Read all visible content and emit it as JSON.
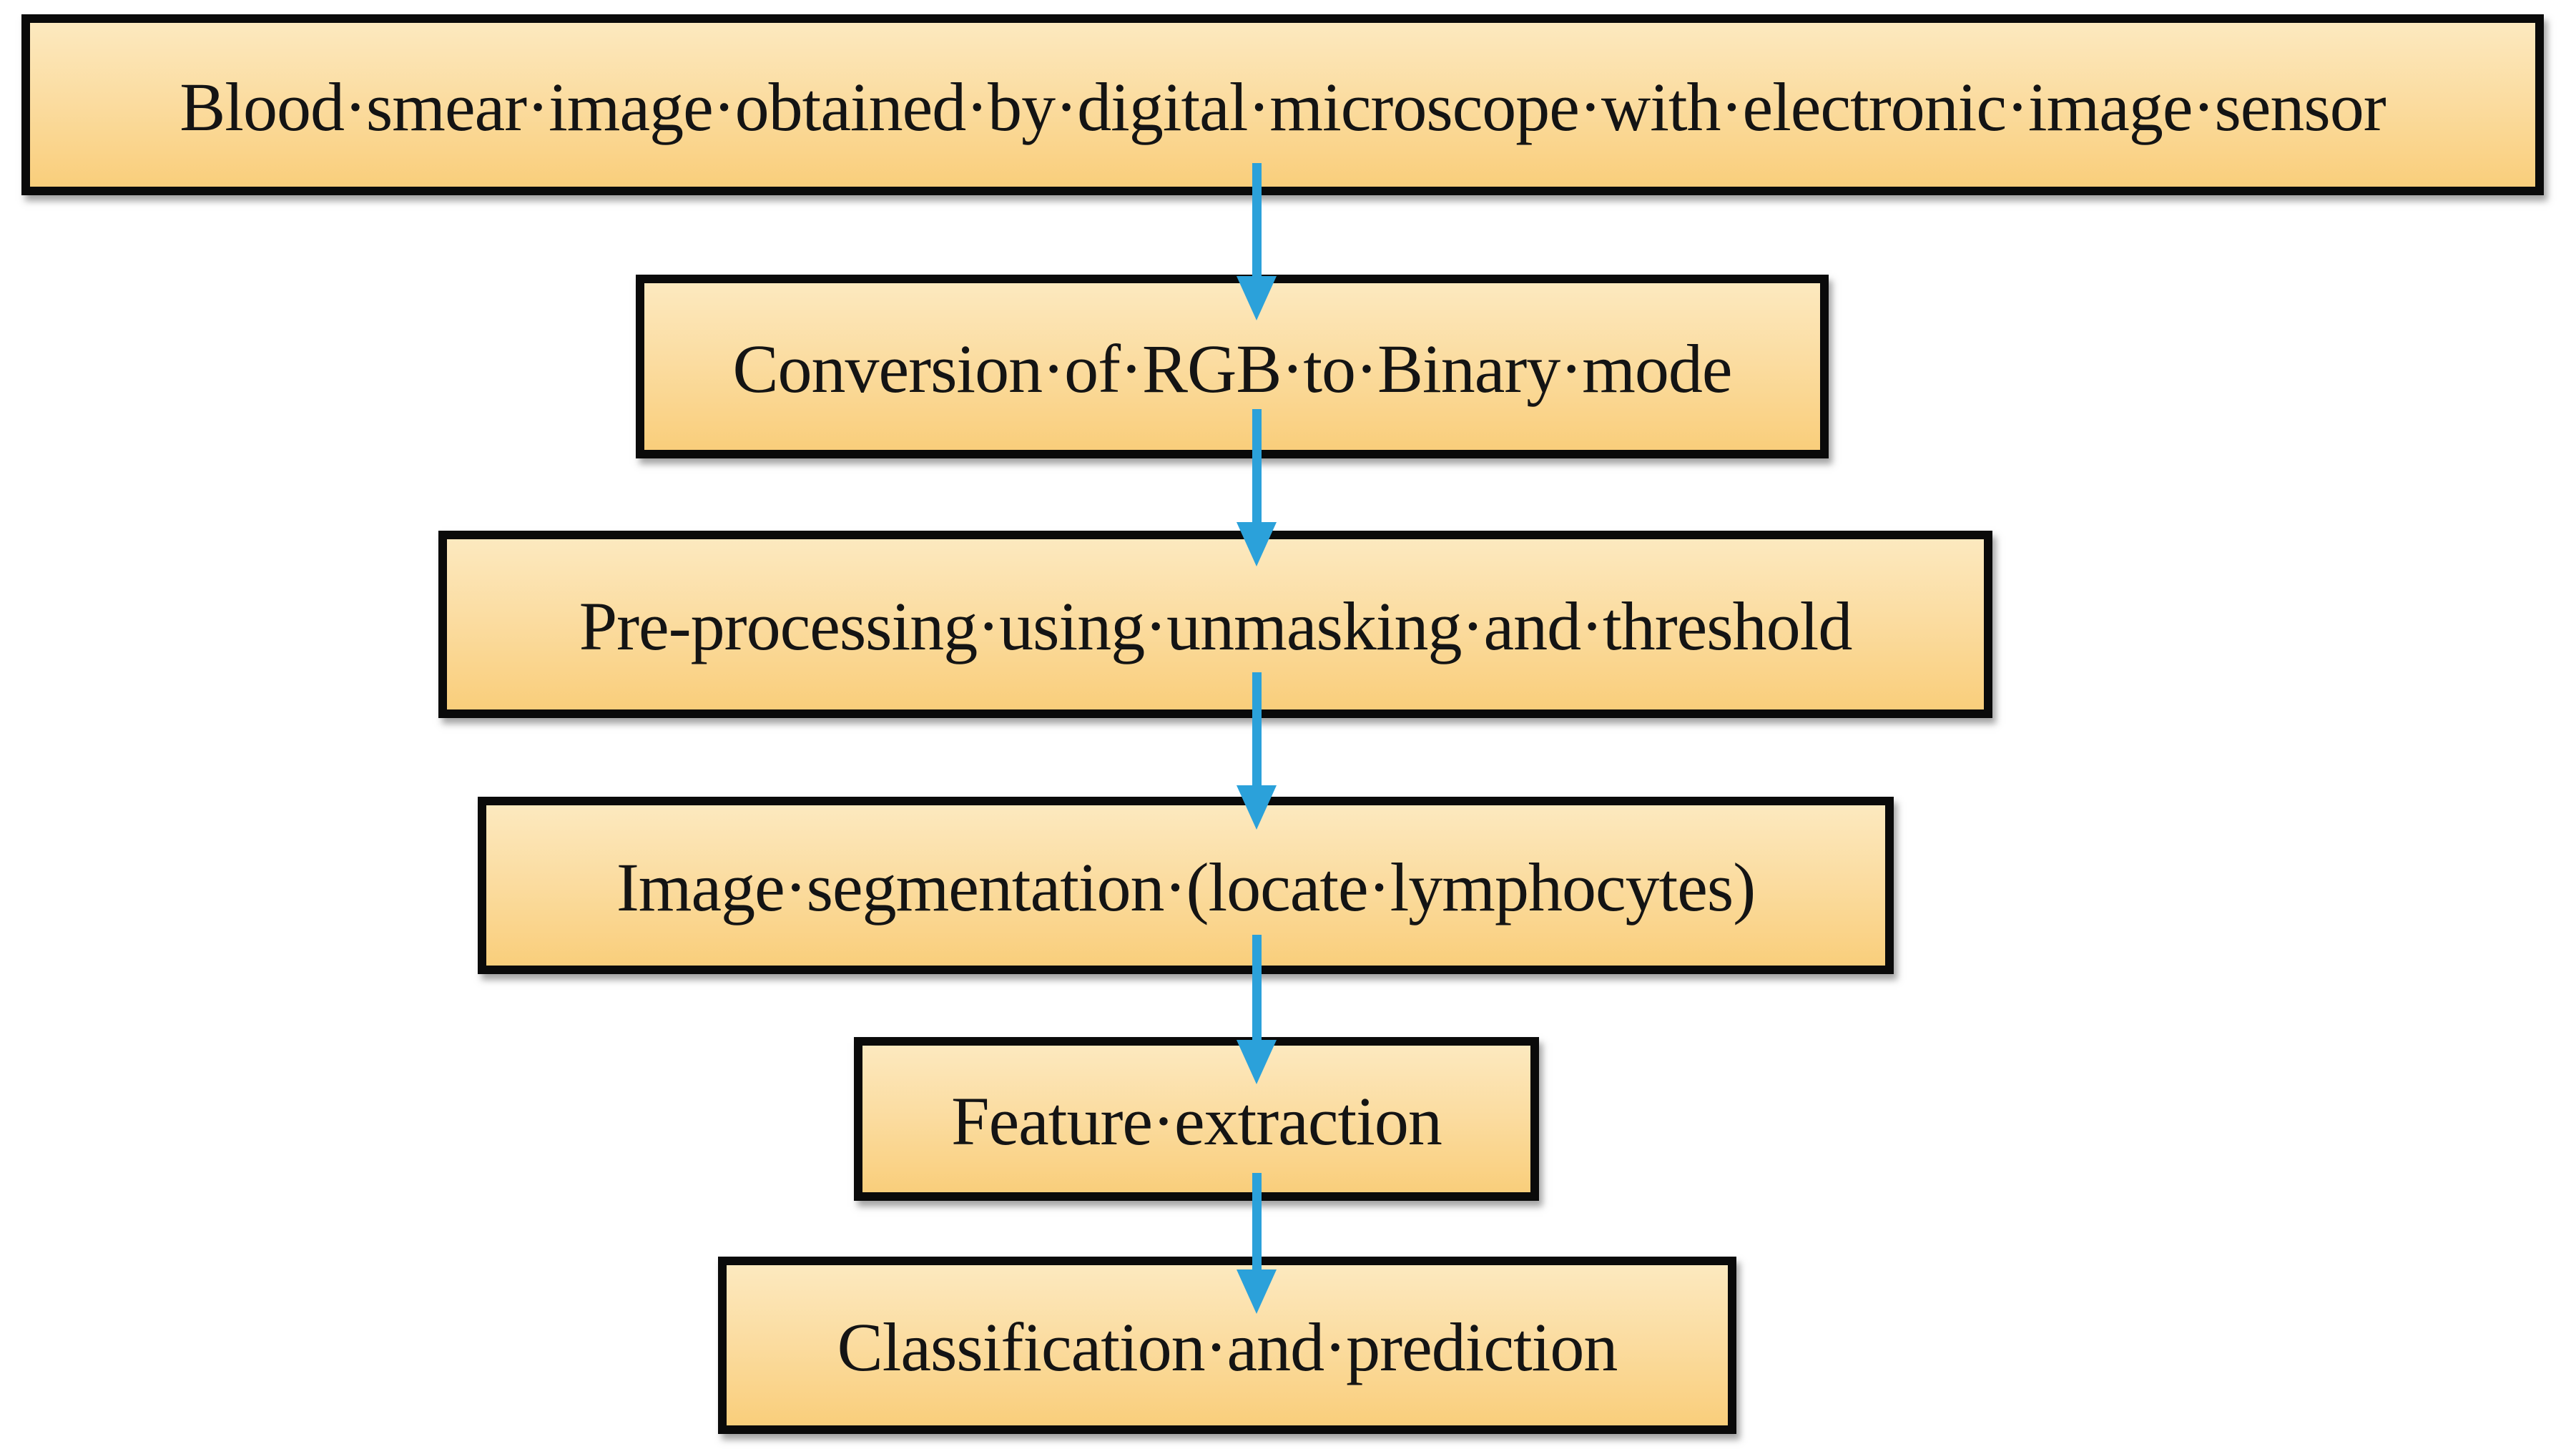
{
  "figure": {
    "type": "flowchart",
    "direction": "top-down"
  },
  "colors": {
    "background": "#FFFFFF",
    "box_fill_top": "#FCE9BF",
    "box_fill_bottom": "#F9CE7B",
    "box_border": "#0A0A0A",
    "arrow_blue": "#2BA1DA",
    "text": "#141414"
  },
  "steps": [
    {
      "label": "Blood·smear·image·obtained·by·digital·microscope·with·electronic·image·sensor"
    },
    {
      "label": "Conversion·of·RGB·to·Binary·mode"
    },
    {
      "label": "Pre-processing·using·unmasking·and·threshold"
    },
    {
      "label": "Image·segmentation·(locate·lymphocytes)"
    },
    {
      "label": "Feature·extraction"
    },
    {
      "label": "Classification·and·prediction"
    }
  ],
  "connectors": [
    {
      "icon": "down-arrow-icon",
      "from": 1,
      "to": 2
    },
    {
      "icon": "down-arrow-icon",
      "from": 2,
      "to": 3
    },
    {
      "icon": "down-arrow-icon",
      "from": 3,
      "to": 4
    },
    {
      "icon": "down-arrow-icon",
      "from": 4,
      "to": 5
    },
    {
      "icon": "down-arrow-icon",
      "from": 5,
      "to": 6
    }
  ]
}
